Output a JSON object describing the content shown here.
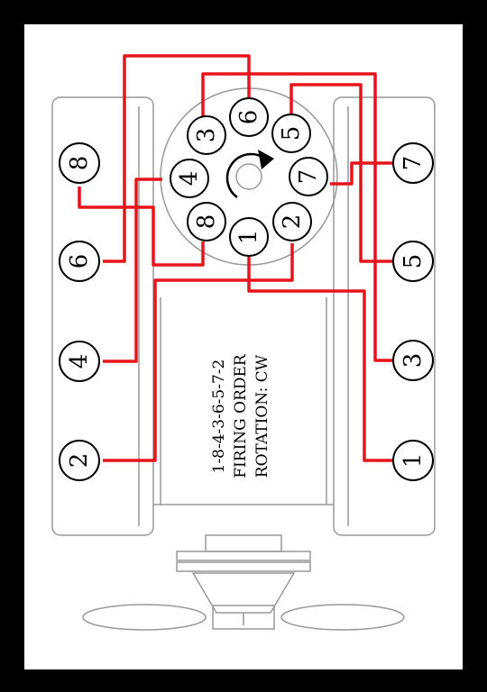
{
  "colors": {
    "frame": "#000000",
    "panel": "#ffffff",
    "outline": "#999999",
    "wire": "#e8141b",
    "circle_stroke": "#000000"
  },
  "cap": {
    "terminals": [
      {
        "label": "6"
      },
      {
        "label": "5"
      },
      {
        "label": "7"
      },
      {
        "label": "2"
      },
      {
        "label": "1"
      },
      {
        "label": "8"
      },
      {
        "label": "4"
      },
      {
        "label": "3"
      }
    ]
  },
  "left_bank": [
    {
      "label": "8"
    },
    {
      "label": "6"
    },
    {
      "label": "4"
    },
    {
      "label": "2"
    }
  ],
  "right_bank": [
    {
      "label": "7"
    },
    {
      "label": "5"
    },
    {
      "label": "3"
    },
    {
      "label": "1"
    }
  ],
  "caption": {
    "firing_sequence": "1-8-4-3-6-5-7-2",
    "firing_order": "FIRING ORDER",
    "rotation": "ROTATION: CW"
  }
}
